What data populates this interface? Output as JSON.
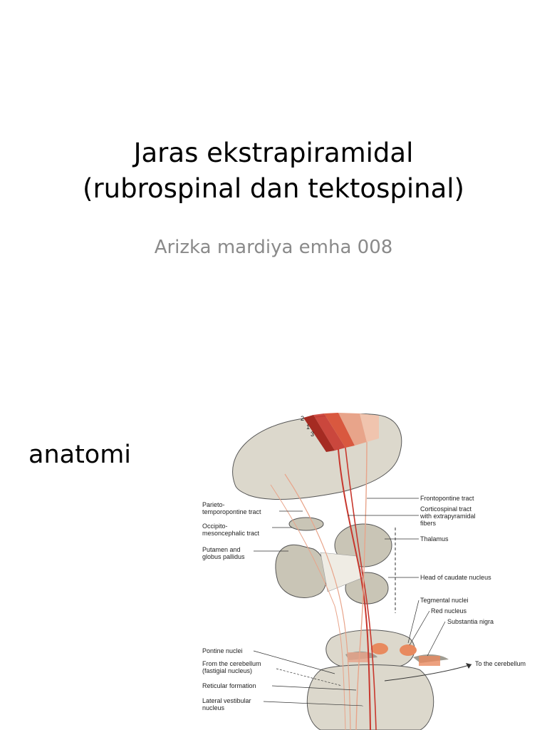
{
  "slide": {
    "title_line1": "Jaras ekstrapiramidal",
    "title_line2": "(rubrospinal dan tektospinal)",
    "subtitle": "Arizka mardiya emha 008",
    "section_heading": "anatomi"
  },
  "figure": {
    "cortex_numbers": [
      "2",
      "1",
      "3"
    ],
    "labels_left": {
      "parieto_line1": "Parieto-",
      "parieto_line2": "temporopontine tract",
      "occipito_line1": "Occipito-",
      "occipito_line2": "mesoncephalic tract",
      "putamen_line1": "Putamen and",
      "putamen_line2": "globus pallidus",
      "pontine": "Pontine nuclei",
      "cerebellum_line1": "From the cerebellum",
      "cerebellum_line2": "(fastigial nucleus)",
      "reticular": "Reticular formation",
      "vestibular_line1": "Lateral vestibular",
      "vestibular_line2": "nucleus"
    },
    "labels_right": {
      "frontopontine": "Frontopontine tract",
      "corticospinal_line1": "Corticospinal tract",
      "corticospinal_line2": "with extrapyramidal",
      "corticospinal_line3": "fibers",
      "thalamus": "Thalamus",
      "caudate": "Head of caudate nucleus",
      "tegmental": "Tegmental nuclei",
      "red_nucleus": "Red nucleus",
      "substantia_nigra": "Substantia nigra",
      "to_cerebellum": "To the cerebellum"
    },
    "colors": {
      "tissue": "#dcd8cc",
      "tissue_dark": "#c9c5b6",
      "tract_red": "#c8372d",
      "tract_salmon": "#e8a48a",
      "nucleus_orange": "#e88a5f"
    }
  }
}
